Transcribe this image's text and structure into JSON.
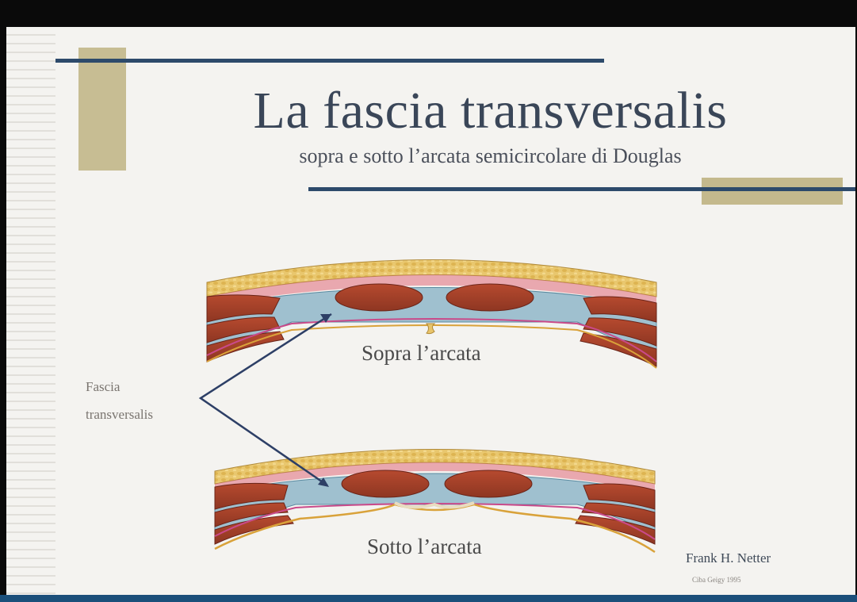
{
  "slide": {
    "title": "La fascia transversalis",
    "subtitle": "sopra e sotto l’arcata semicircolare di Douglas",
    "label_above": "Sopra l’arcata",
    "label_below": "Sotto l’arcata",
    "fascia_label_line1": "Fascia",
    "fascia_label_line2": "transversalis",
    "author": "Frank H. Netter",
    "credit": "Ciba Geigy 1995"
  },
  "colors": {
    "title_rule": "#2d4a6b",
    "accent_block": "#c4b98d",
    "muscle": "#a8432b",
    "fat": "#e8c46a",
    "fascia": "#9fc0cf"
  }
}
